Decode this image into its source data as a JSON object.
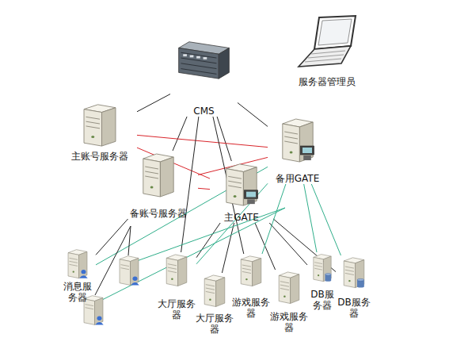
{
  "diagram": {
    "nodes": [
      {
        "text": [
          "CMS"
        ]
      },
      {
        "text": [
          "服务器管理员"
        ]
      },
      {
        "text": [
          "主账号服务器"
        ]
      },
      {
        "text": [
          "备用GATE"
        ]
      },
      {
        "text": [
          "备账号服务器"
        ]
      },
      {
        "text": [
          "主GATE"
        ]
      },
      {
        "text": [
          "消息服务器"
        ]
      },
      {
        "text": [
          "大厅服务器"
        ]
      },
      {
        "text": [
          "大厅服务器"
        ]
      },
      {
        "text": [
          "游戏服务器"
        ]
      },
      {
        "text": [
          "游戏服务器"
        ]
      },
      {
        "text": [
          "DB服务器"
        ]
      },
      {
        "text": [
          "DB服务器"
        ]
      }
    ],
    "edges": [
      {
        "from": 0,
        "to": 2,
        "arrow": "none"
      },
      {
        "from": 0,
        "to": 3,
        "arrow": "none"
      },
      {
        "from": 0,
        "to": 4,
        "arrow": "none"
      },
      {
        "from": 0,
        "to": 5,
        "arrow": "none"
      },
      {
        "from": 2,
        "to": 3,
        "arrow": "none"
      },
      {
        "from": 2,
        "to": 5,
        "arrow": "none"
      },
      {
        "from": 4,
        "to": 3,
        "arrow": "none"
      },
      {
        "from": 4,
        "to": 5,
        "arrow": "none"
      },
      {
        "from": 0,
        "to": 7,
        "arrow": "none"
      },
      {
        "from": 0,
        "to": 9,
        "arrow": "none"
      },
      {
        "from": 4,
        "to": 6,
        "arrow": "none"
      },
      {
        "from": 5,
        "to": 7,
        "arrow": "none"
      },
      {
        "from": 5,
        "to": 8,
        "arrow": "none"
      },
      {
        "from": 5,
        "to": 10,
        "arrow": "none"
      },
      {
        "from": 5,
        "to": 11,
        "arrow": "none"
      },
      {
        "from": 5,
        "to": 12,
        "arrow": "none"
      },
      {
        "from": 3,
        "to": 6,
        "arrow": "none"
      },
      {
        "from": 3,
        "to": 7,
        "arrow": "none"
      },
      {
        "from": 3,
        "to": 9,
        "arrow": "none"
      },
      {
        "from": 3,
        "to": 11,
        "arrow": "none"
      },
      {
        "from": 3,
        "to": 12,
        "arrow": "none"
      }
    ]
  }
}
